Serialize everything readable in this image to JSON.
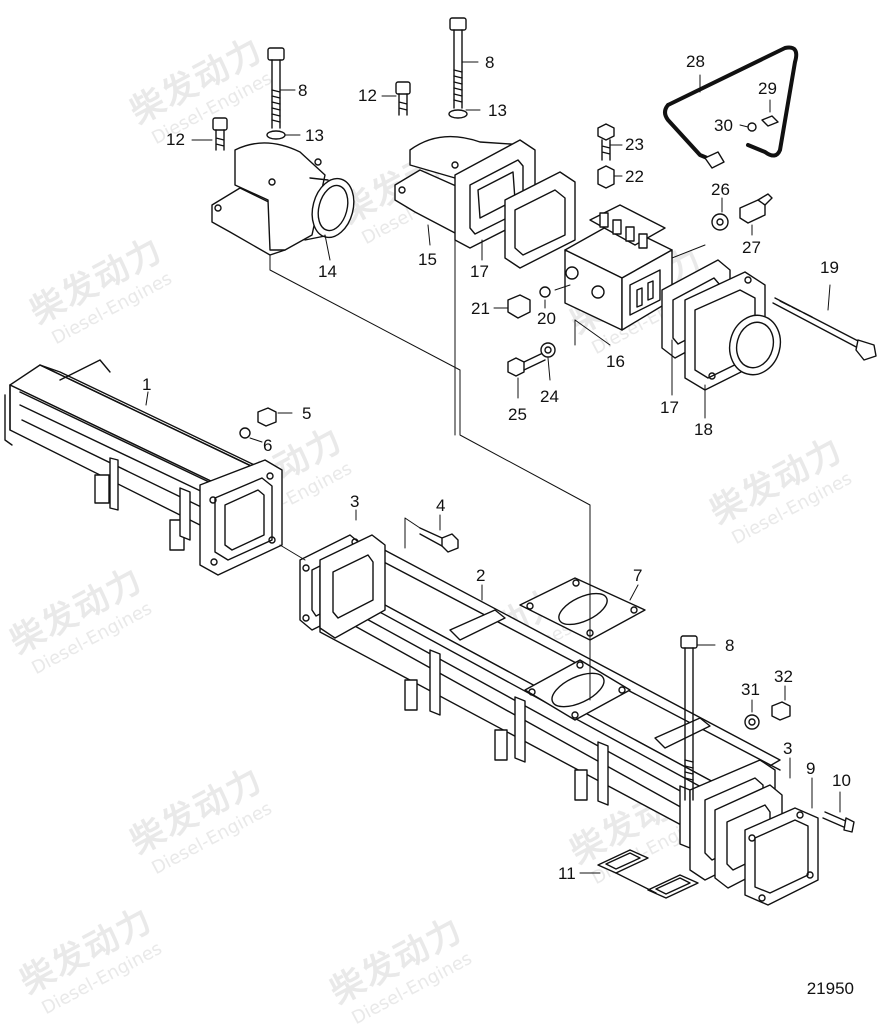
{
  "watermark": {
    "cn": "柴发动力",
    "en": "Diesel-Engines"
  },
  "drawing_number": "21950",
  "callouts": [
    "1",
    "2",
    "3",
    "3",
    "4",
    "5",
    "6",
    "7",
    "8",
    "8",
    "8",
    "9",
    "10",
    "11",
    "12",
    "12",
    "13",
    "13",
    "14",
    "15",
    "16",
    "17",
    "17",
    "18",
    "19",
    "20",
    "21",
    "22",
    "23",
    "24",
    "25",
    "26",
    "27",
    "28",
    "29",
    "30",
    "31",
    "32"
  ]
}
